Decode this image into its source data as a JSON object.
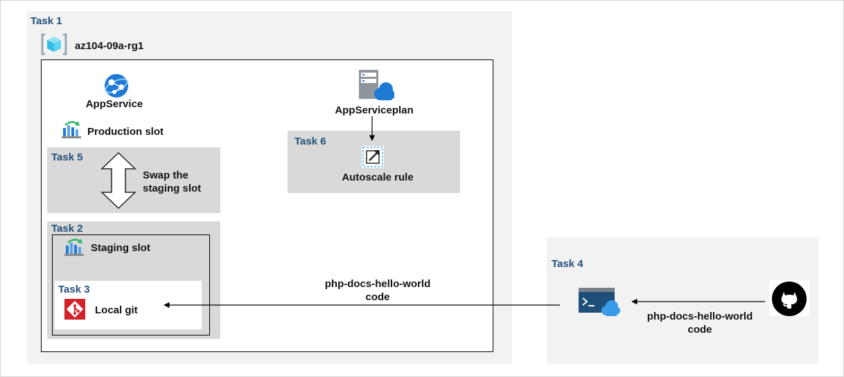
{
  "tasks": {
    "task1": "Task 1",
    "task2": "Task 2",
    "task3": "Task 3",
    "task4": "Task 4",
    "task5": "Task 5",
    "task6": "Task 6"
  },
  "resource_group": {
    "name": "az104-09a-rg1",
    "icon": "resource-group-icon"
  },
  "app_service": {
    "label": "AppService",
    "icon": "app-service-icon"
  },
  "production_slot": {
    "label": "Production slot",
    "icon": "deployment-slot-icon"
  },
  "swap": {
    "label_line1": "Swap the",
    "label_line2": "staging slot",
    "icon": "double-arrow-icon"
  },
  "staging_slot": {
    "label": "Staging slot",
    "icon": "deployment-slot-icon"
  },
  "local_git": {
    "label": "Local git",
    "icon": "git-icon"
  },
  "app_service_plan": {
    "label": "AppServiceplan",
    "icon": "server-cloud-icon"
  },
  "autoscale": {
    "label": "Autoscale rule",
    "icon": "autoscale-icon"
  },
  "code_middle": {
    "line1": "php-docs-hello-world",
    "line2": "code"
  },
  "code_right": {
    "line1": "php-docs-hello-world",
    "line2": "code"
  },
  "icons": {
    "cloud_shell": "cloud-shell-icon",
    "github": "github-icon"
  },
  "colors": {
    "task_label": "#1f4e79",
    "azure_blue": "#0078d4",
    "panel": "#f2f2f2",
    "box": "#d9d9d9",
    "git_red": "#d2232a"
  }
}
